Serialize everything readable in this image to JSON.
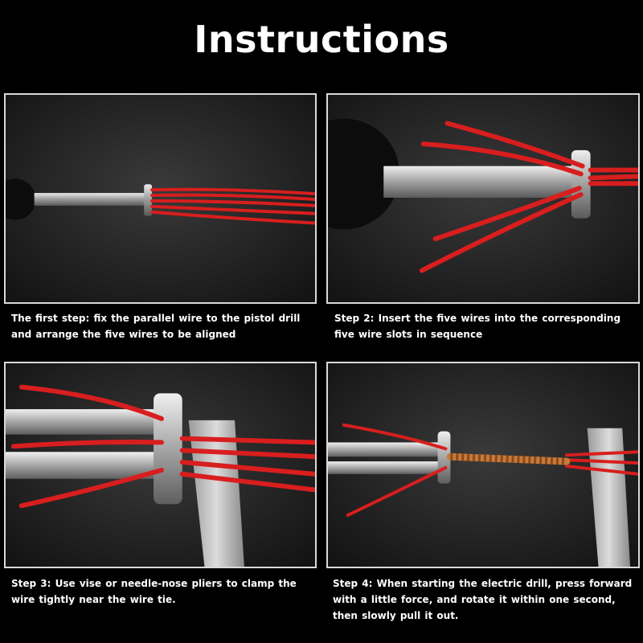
{
  "title": "Instructions",
  "steps": [
    {
      "caption": "The first step: fix the parallel wire to the pistol drill and arrange the five wires to be aligned"
    },
    {
      "caption": "Step 2: Insert the five wires into the corresponding five wire slots in sequence"
    },
    {
      "caption": "Step 3: Use vise or needle-nose pliers to clamp the wire tightly near the wire tie."
    },
    {
      "caption": "Step 4: When starting the electric drill, press forward with a little force, and rotate it within one second, then slowly pull it out."
    }
  ],
  "colors": {
    "background": "#000000",
    "panel_border": "#d9d9d9",
    "wire_red": "#d81e1e",
    "metal": "#c9c9c9",
    "copper": "#c77a3a"
  }
}
